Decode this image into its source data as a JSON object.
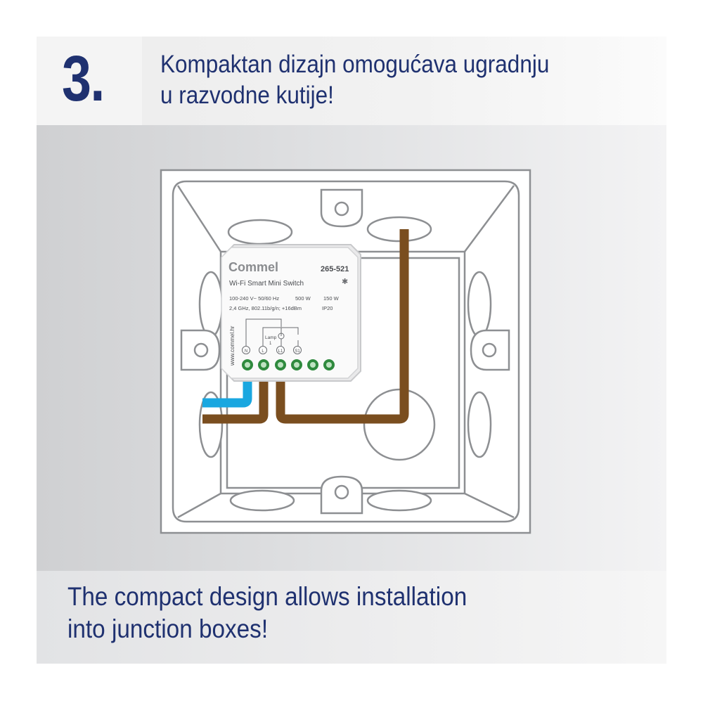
{
  "step": {
    "number": "3."
  },
  "headline_hr": {
    "line1": "Kompaktan dizajn omogućava ugradnju",
    "line2": "u razvodne kutije!"
  },
  "headline_en": {
    "line1": "The compact design allows installation",
    "line2": "into junction boxes!"
  },
  "device": {
    "brand": "Commel",
    "model_number": "265-521",
    "product_name": "Wi-Fi Smart Mini Switch",
    "spec_power": "100-240 V~ 50/60 Hz",
    "spec_load_1": "500 W",
    "spec_load_2": "150 W",
    "spec_wifi": "2,4 GHz, 802.11b/g/n; +16dBm",
    "spec_ip": "IP20",
    "website": "www.commel.hr",
    "diagram_label": "Lamp",
    "diagram_sublabel": "1",
    "terminals": [
      "N",
      "L",
      "L1",
      "S1"
    ]
  },
  "colors": {
    "brand_blue": "#1f3170",
    "wire_brown": "#7a4e1f",
    "wire_blue": "#1aa7e0",
    "terminal_green": "#2f8a3e"
  }
}
